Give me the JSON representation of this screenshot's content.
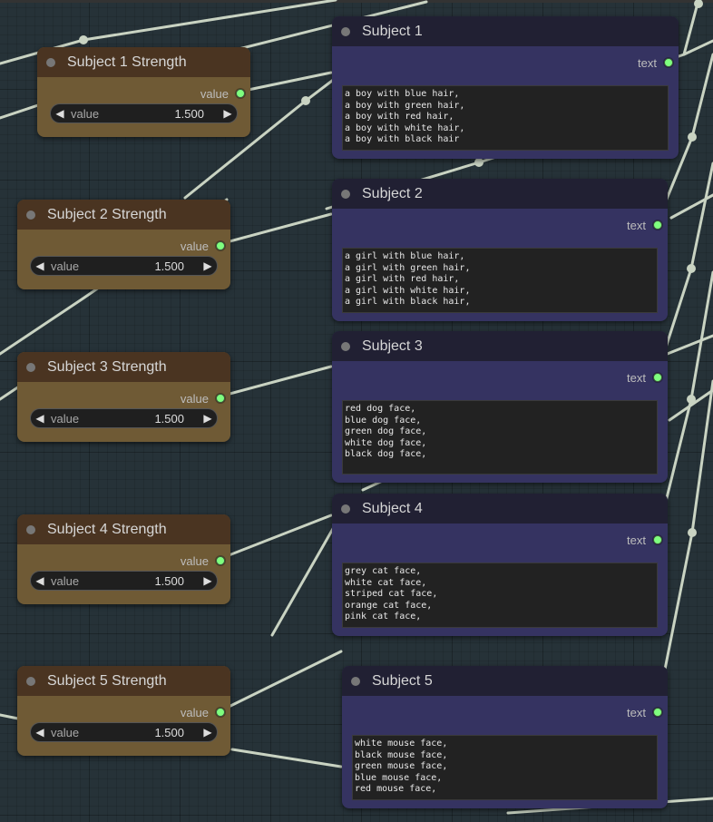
{
  "strength_nodes": [
    {
      "title": "Subject 1 Strength",
      "output_label": "value",
      "widget_name": "value",
      "widget_value": "1.500"
    },
    {
      "title": "Subject 2 Strength",
      "output_label": "value",
      "widget_name": "value",
      "widget_value": "1.500"
    },
    {
      "title": "Subject 3 Strength",
      "output_label": "value",
      "widget_name": "value",
      "widget_value": "1.500"
    },
    {
      "title": "Subject 4 Strength",
      "output_label": "value",
      "widget_name": "value",
      "widget_value": "1.500"
    },
    {
      "title": "Subject 5 Strength",
      "output_label": "value",
      "widget_name": "value",
      "widget_value": "1.500"
    }
  ],
  "subject_nodes": [
    {
      "title": "Subject 1",
      "output_label": "text",
      "text": "a boy with blue hair,\na boy with green hair,\na boy with red hair,\na boy with white hair,\na boy with black hair"
    },
    {
      "title": "Subject 2",
      "output_label": "text",
      "text": "a girl with blue hair,\na girl with green hair,\na girl with red hair,\na girl with white hair,\na girl with black hair,"
    },
    {
      "title": "Subject 3",
      "output_label": "text",
      "text": "red dog face,\nblue dog face,\ngreen dog face,\nwhite dog face,\nblack dog face,"
    },
    {
      "title": "Subject 4",
      "output_label": "text",
      "text": "grey cat face,\nwhite cat face,\nstriped cat face,\norange cat face,\npink cat face,"
    },
    {
      "title": "Subject 5",
      "output_label": "text",
      "text": "white mouse face,\nblack mouse face,\ngreen mouse face,\nblue mouse face,\nred mouse face,"
    }
  ],
  "icons": {
    "decrement": "left-arrow-icon",
    "increment": "right-arrow-icon",
    "node_status": "dot-icon"
  },
  "colors": {
    "canvas_bg": "#263238",
    "strength_title": "#4a3421",
    "strength_body": "#6f5a35",
    "subject_title": "#212033",
    "subject_body": "#353361",
    "output_slot": "#7fff7f",
    "wire": "#c9d3c2"
  }
}
